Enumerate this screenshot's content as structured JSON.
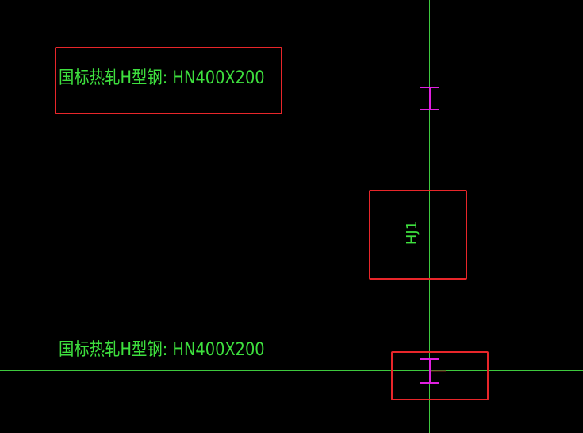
{
  "drawing": {
    "background": "#000000",
    "grid_color": "#3ec93e",
    "text_color": "#3ee03e",
    "section_color": "#e020e0",
    "highlight_color": "#e8262a"
  },
  "annotations": {
    "top_label": "国标热轧H型钢: HN400X200",
    "bottom_label": "国标热轧H型钢: HN400X200",
    "beam_tag": "HJ1"
  },
  "symbols": {
    "top_section": "h-section-icon",
    "bottom_section": "h-section-icon"
  }
}
